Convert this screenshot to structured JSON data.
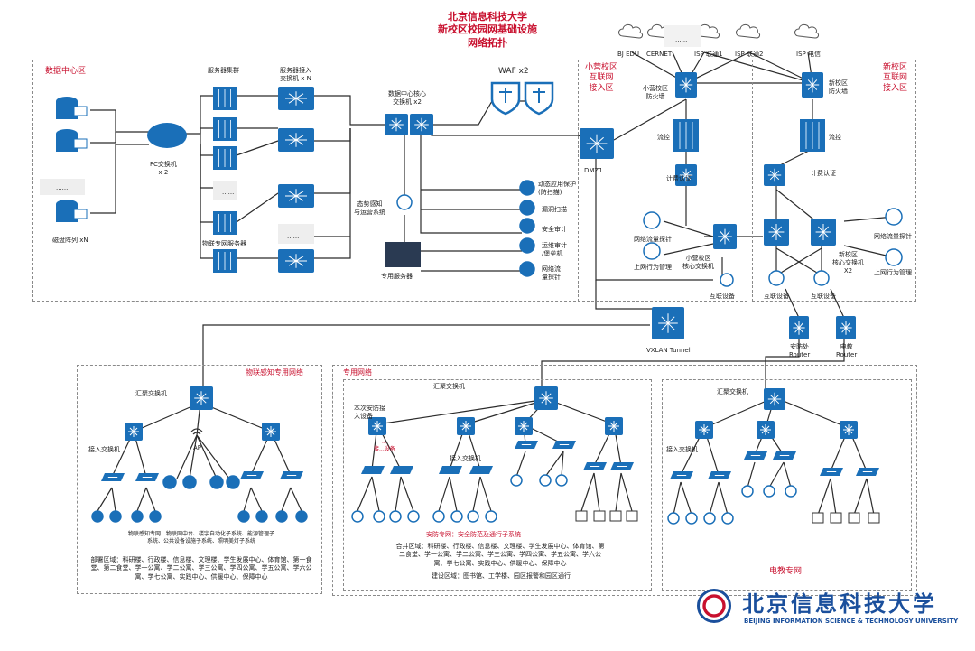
{
  "header": {
    "line1": "北京信息科技大学",
    "line2": "新校区校园网基础设施",
    "line3": "网络拓扑"
  },
  "zones": {
    "datacenter": "数据中心区",
    "xiaoying": [
      "小营校区",
      "互联网",
      "接入区"
    ],
    "newcampus": [
      "新校区",
      "互联网",
      "接入区"
    ],
    "iot": "物联感知专用网络",
    "special": "专用网络",
    "education": "电教专网"
  },
  "clouds": [
    "BJ EDU",
    "CERNET",
    "ISP 联通1",
    "ISP 联通2",
    "ISP 电信"
  ],
  "cloud_masked": "......",
  "datacenter": {
    "disk_array": "磁盘阵列 xN",
    "dots": "......",
    "fc_switch": [
      "FC交换机",
      "x 2"
    ],
    "server_cluster": "服务器集群",
    "server_access": [
      "服务器接入",
      "交换机  x N"
    ],
    "iot_server": "物联专网服务器",
    "core": [
      "数据中心核心",
      "交换机  x2"
    ],
    "waf": "WAF x2",
    "situation": [
      "态势感知",
      "与运营系统"
    ],
    "dedicated_server": "专用服务器",
    "dmz": "DMZ1",
    "security": [
      [
        "动态应用保护",
        "(防扫描)"
      ],
      [
        "漏洞扫描"
      ],
      [
        "安全审计"
      ],
      [
        "运维审计",
        "/堡垒机"
      ],
      [
        "网络流",
        "量探针"
      ]
    ]
  },
  "xiaoying": {
    "firewall": [
      "小营校区",
      "防火墙"
    ],
    "flow": "流控",
    "billing": "计费认证",
    "probe": "网络流量探针",
    "behavior": "上网行为管理",
    "core": [
      "小营校区",
      "核心交换机"
    ],
    "link": "互联设备"
  },
  "newcampus": {
    "firewall": [
      "新校区",
      "防火墙"
    ],
    "flow": "流控",
    "billing": "计费认证",
    "probe": "网络流量探针",
    "core": [
      "新校区",
      "核心交换机",
      "X2"
    ],
    "behavior": "上网行为管理",
    "link1": "互联设备",
    "link2": "互联设备",
    "router1": [
      "安防处",
      "Router"
    ],
    "router2": [
      "电教",
      "Router"
    ]
  },
  "vxlan": "VXLAN Tunnel",
  "iot": {
    "agg": "汇聚交换机",
    "access": "接入交换机",
    "ap": "AP",
    "desc": "物联感知专网：物联网中台、楼宇自动化子系统、能源管理子系统、公共设备设施子系统、照明美灯子系统",
    "deploy": "部署区域：科研楼、行政楼、信息楼、文理楼、学生发展中心、体育馆、第一食堂、第二食堂、学一公寓、学二公寓、学三公寓、学四公寓、学五公寓、学六公寓、学七公寓、实践中心、供暖中心、保障中心"
  },
  "special": {
    "agg": "汇聚交换机",
    "this_security": [
      "本次安防接",
      "入设备"
    ],
    "red_note": [
      "...",
      "接...设备"
    ],
    "access": "接入交换机",
    "desc": "安防专网：安全防范及通行子系统",
    "area1": "合并区域：科研楼、行政楼、信息楼、文理楼、学生发展中心、体育馆、第二食堂、学一公寓、学二公寓、学三公寓、学四公寓、学五公寓、学六公寓、学七公寓、实践中心、供暖中心、保障中心",
    "area2": "建设区域：图书馆、工学楼、园区报警和园区通行"
  },
  "education": {
    "agg": "汇聚交换机",
    "access": "接入交换机"
  },
  "logo": {
    "cn": "北京信息科技大学",
    "en": "BEIJING INFORMATION SCIENCE & TECHNOLOGY UNIVERSITY"
  },
  "colors": {
    "device_blue": "#1a6fb8",
    "accent_red": "#c8102e",
    "line": "#2b2b2b"
  }
}
